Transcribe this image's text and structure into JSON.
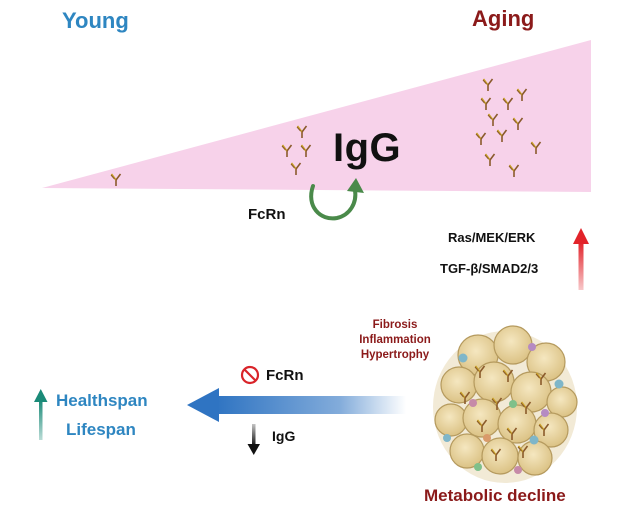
{
  "labels": {
    "young": "Young",
    "aging": "Aging",
    "igg_big": "IgG",
    "fcrn_recycling": "FcRn",
    "pathway_1": "Ras/MEK/ERK",
    "pathway_2": "TGF-β/SMAD2/3",
    "pathology": [
      "Fibrosis",
      "Inflammation",
      "Hypertrophy"
    ],
    "fcrn_blocked": "FcRn",
    "igg_decrease": "IgG",
    "healthspan": "Healthspan",
    "lifespan": "Lifespan",
    "metabolic_decline": "Metabolic decline"
  },
  "colors": {
    "young_blue": "#2e86c1",
    "aging_red": "#8b1a1a",
    "wedge_pink": "#f7d2ea",
    "antibody_brown": "#8a5a2b",
    "antibody_gold": "#c9a227",
    "recycle_green": "#4a8a4a",
    "up_arrow_red": "#e2232a",
    "teal_arrow": "#1a8a78",
    "block_red": "#d9242a",
    "blue_arrow": "#2f74c2",
    "adipocyte_fill": "#ecd9a8",
    "adipocyte_stroke": "#b59a5e"
  },
  "icons": {
    "antibody": "antibody-icon",
    "recycle": "recycle-arrow-icon",
    "prohibit": "prohibit-icon",
    "adipose": "adipose-tissue-icon"
  }
}
